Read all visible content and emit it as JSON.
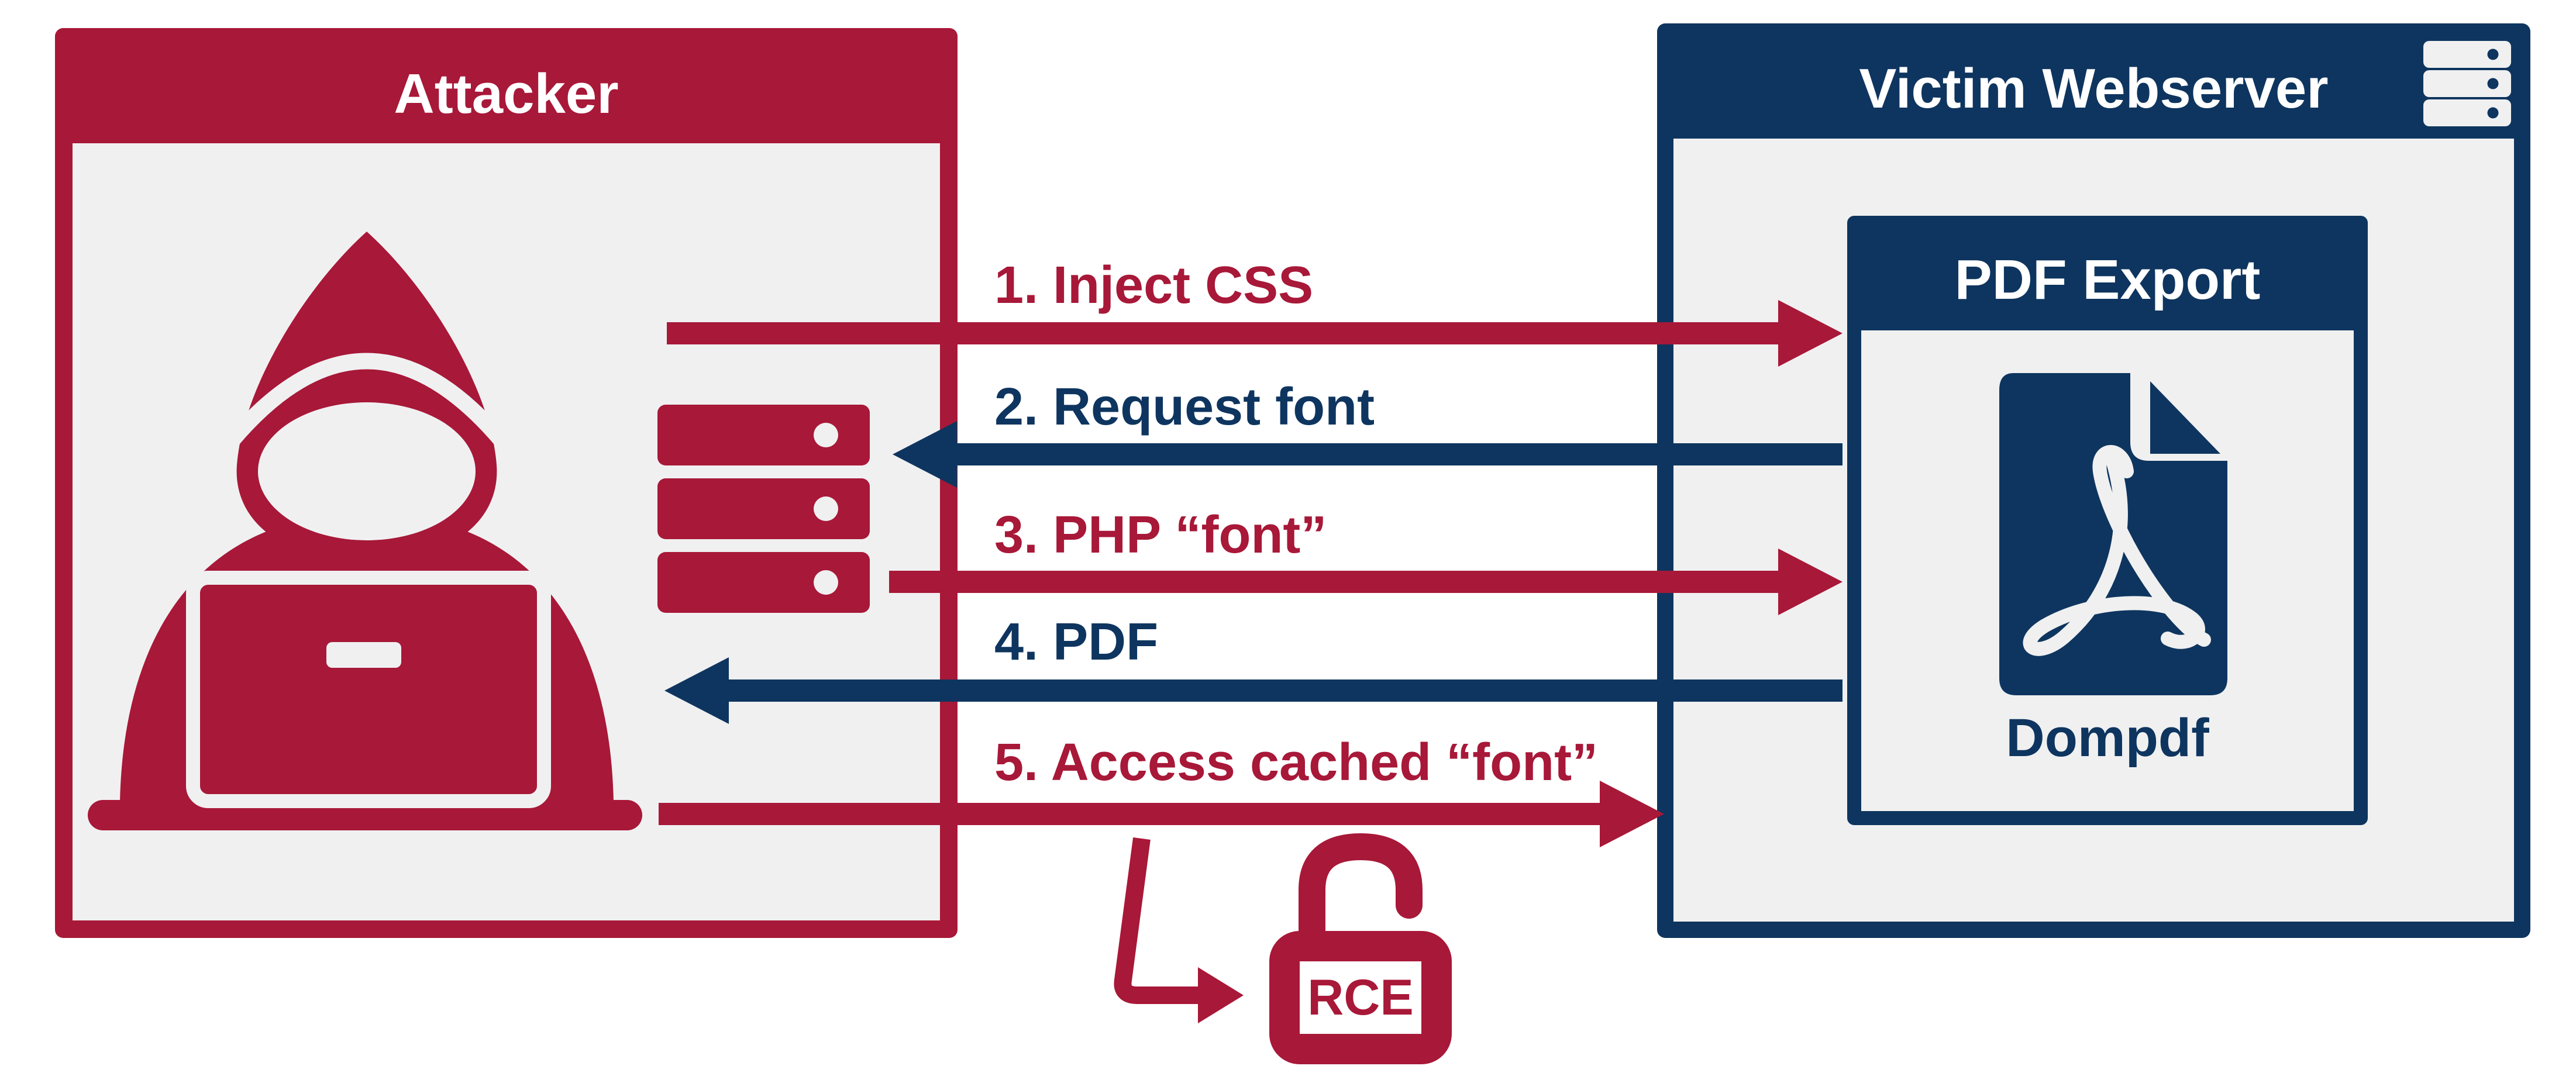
{
  "colors": {
    "red": "#A81838",
    "navy": "#0E355F",
    "panel_bg": "#F0F0F1",
    "page_bg": "#FFFFFF",
    "text_on_dark": "#FFFFFF"
  },
  "attacker_panel": {
    "title": "Attacker",
    "icons": [
      "hacker-icon",
      "server-stack-icon"
    ]
  },
  "victim_panel": {
    "title": "Victim Webserver",
    "icon": "webserver-icon",
    "pdf_export_panel": {
      "title": "PDF Export",
      "icon": "pdf-file-icon",
      "engine_label": "Dompdf"
    }
  },
  "steps": [
    {
      "label": "1. Inject CSS",
      "color": "red",
      "direction": "attacker-to-webserver"
    },
    {
      "label": "2. Request font",
      "color": "navy",
      "direction": "webserver-to-attacker"
    },
    {
      "label": "3. PHP “font”",
      "color": "red",
      "direction": "attacker-to-webserver"
    },
    {
      "label": "4. PDF",
      "color": "navy",
      "direction": "webserver-to-attacker"
    },
    {
      "label": "5. Access cached “font”",
      "color": "red",
      "direction": "attacker-to-webserver"
    }
  ],
  "result": {
    "label": "RCE",
    "icon": "unlocked-padlock-icon"
  }
}
